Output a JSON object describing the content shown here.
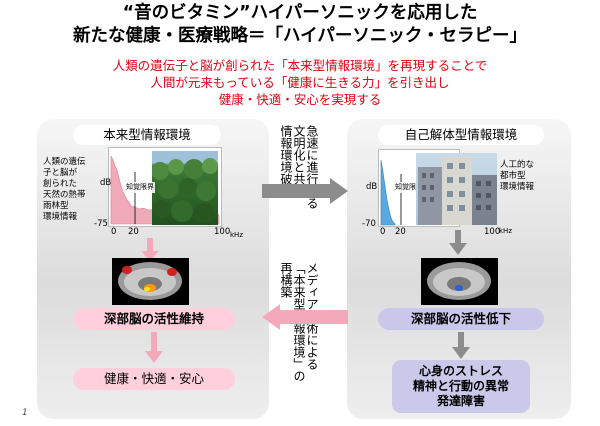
{
  "title": {
    "line1": "“音のビタミン”ハイパーソニックを応用した",
    "line2": "新たな健康・医療戦略＝「ハイパーソニック・セラピー」"
  },
  "subtitle": {
    "line1": "人類の遺伝子と脳が創られた「本来型情報環境」を再現することで",
    "line2": "人間が元来もっている「健康に生きる力」を引き出し",
    "line3": "健康・快適・安心を実現する"
  },
  "left_panel": {
    "heading": "本来型情報環境",
    "desc_lines": [
      "人類の遺伝",
      "子と脳が",
      "創られた",
      "天然の熱帯",
      "雨林型",
      "環境情報"
    ],
    "chart": {
      "db_label": "dB",
      "neg_label": "-75",
      "tick_0": "0",
      "tick_20": "20",
      "tick_100": "100",
      "unit": "kHz",
      "limit_label": "知覚限界"
    },
    "activity": "深部脳の活性維持",
    "result": "健康・快適・安心"
  },
  "right_panel": {
    "heading": "自己解体型情報環境",
    "desc_lines": [
      "人工的な",
      "都市型",
      "環境情報"
    ],
    "chart": {
      "db_label": "dB",
      "neg_label": "-70",
      "tick_0": "0",
      "tick_20": "20",
      "tick_100": "100",
      "unit": "kHz",
      "limit_label": "知覚限界"
    },
    "activity": "深部脳の活性低下",
    "result_line1": "心身のストレス",
    "result_line2": "精神と行動の異常",
    "result_line3": "発達障害"
  },
  "middle": {
    "top_col1": "急速に進行する",
    "top_col2": "文明化と共に",
    "top_col3": "情報環境破壊",
    "bottom_col1": "メディア技術による",
    "bottom_col2": "「本来型情報環境」の",
    "bottom_col3": "再構築"
  },
  "page_number": "1",
  "colors": {
    "accent_red": "#e60012",
    "pink": "#ffd0dc",
    "lavender": "#c9c7ea",
    "arrow_gray": "#8c8c8c",
    "arrow_pink": "#f4a9bb"
  }
}
